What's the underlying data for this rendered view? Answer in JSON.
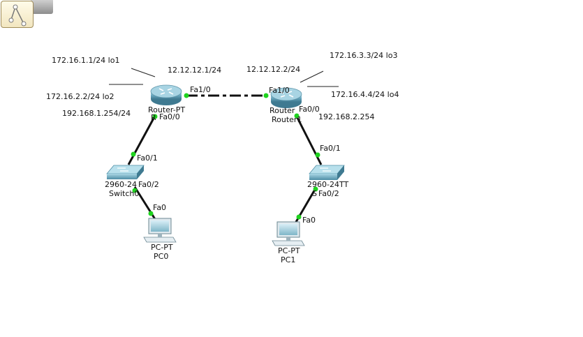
{
  "toolbar": {
    "icon": "topology-select-icon"
  },
  "colors": {
    "link": "#111111",
    "port_dot": "#1fd31f",
    "device_body": "#4f8fa6"
  },
  "labels": {
    "r0_lo1": "172.16.1.1/24 lo1",
    "r0_lo2": "172.16.2.2/24 lo2",
    "r0_lan_ip": "192.168.1.254/24",
    "r0_wan_ip": "12.12.12.1/24",
    "r1_wan_ip": "12.12.12.2/24",
    "r1_lo3": "172.16.3.3/24 lo3",
    "r1_lo4": "172.16.4.4/24 lo4",
    "r1_lan_ip": "192.168.2.254"
  },
  "devices": {
    "router0": {
      "model": "Router-PT",
      "port_fa10": "Fa1/0",
      "port_fa00": "Fa0/0",
      "overlap": "R"
    },
    "router1": {
      "model": "Router",
      "name": "Router1",
      "port_fa10": "Fa1/0",
      "port_fa00": "Fa0/0"
    },
    "switch0": {
      "model": "2960-24",
      "name": "Switch0",
      "port_fa01": "Fa0/1",
      "port_fa02": "Fa0/2"
    },
    "switch1": {
      "model": "2960-24TT",
      "port_fa01": "Fa0/1",
      "port_fa02": "Fa0/2",
      "overlap": "S"
    },
    "pc0": {
      "model": "PC-PT",
      "name": "PC0",
      "port": "Fa0"
    },
    "pc1": {
      "model": "PC-PT",
      "name": "PC1",
      "port": "Fa0"
    }
  }
}
